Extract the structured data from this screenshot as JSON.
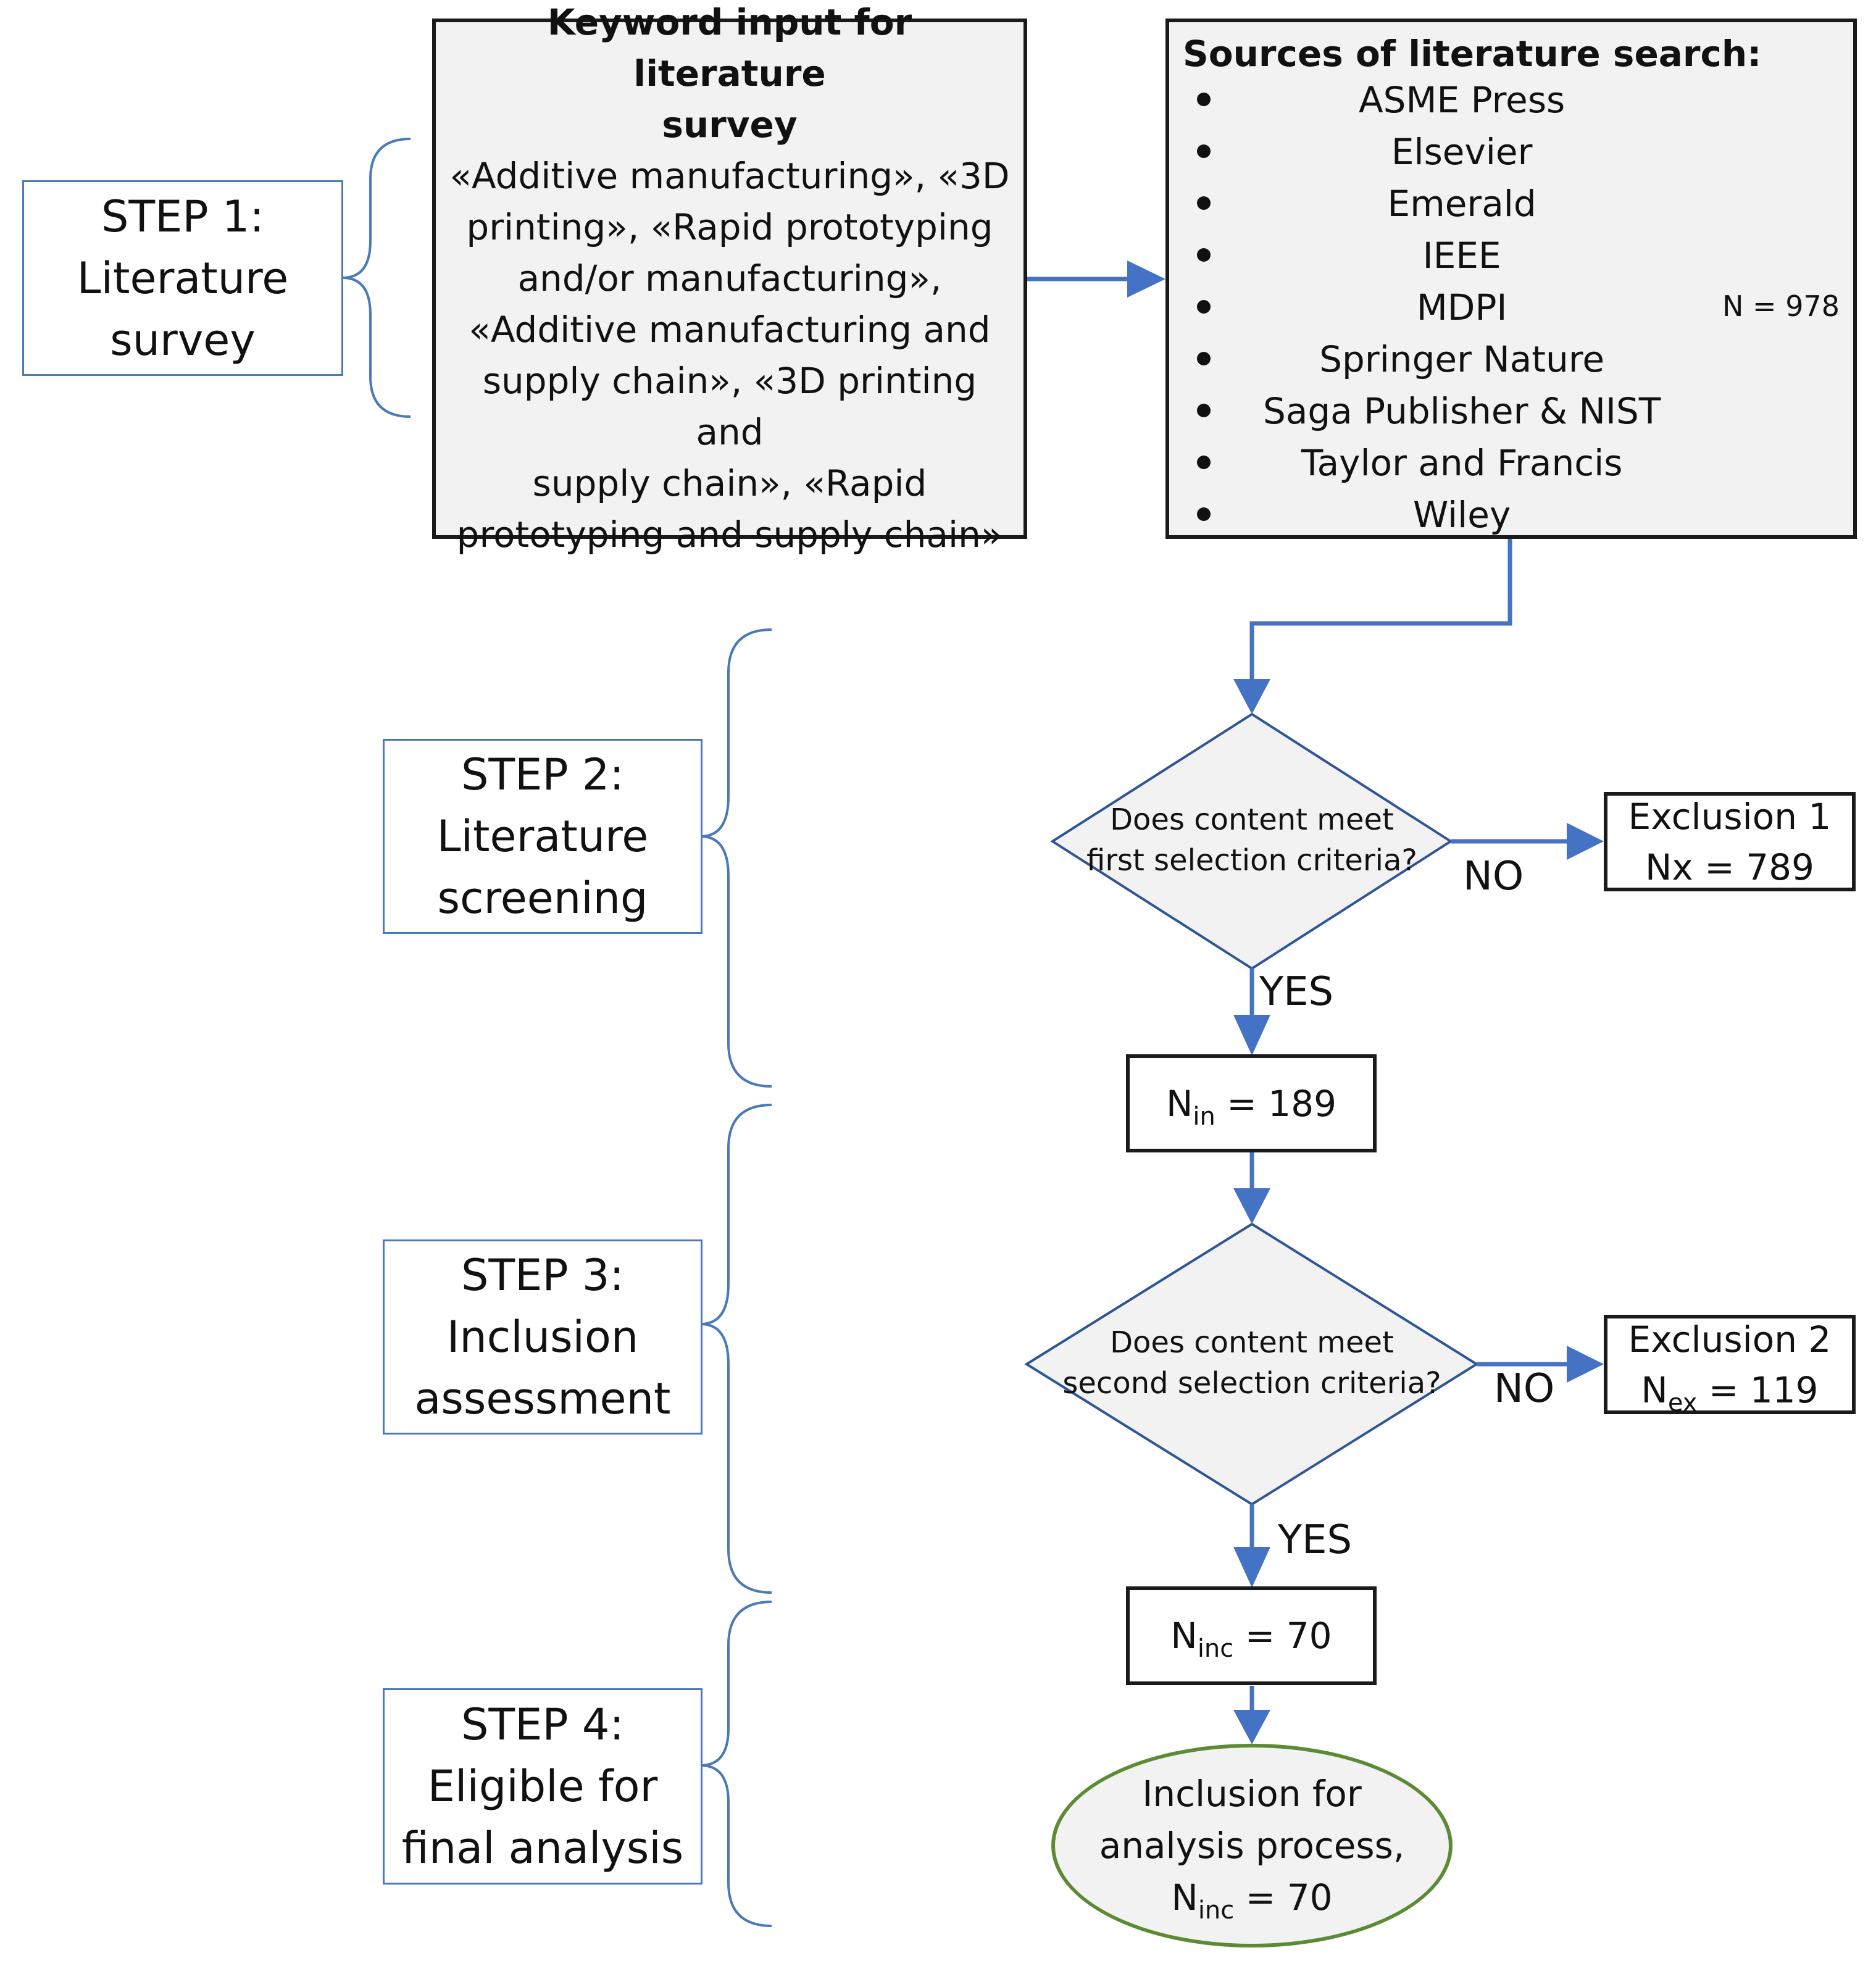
{
  "steps": {
    "step1": [
      "STEP 1:",
      "Literature",
      "survey"
    ],
    "step2": [
      "STEP 2:",
      "Literature",
      "screening"
    ],
    "step3": [
      "STEP 3:",
      "Inclusion",
      "assessment"
    ],
    "step4": [
      "STEP 4:",
      "Eligible for",
      "final analysis"
    ]
  },
  "keyword_box": {
    "title_lines": [
      "Keyword input for literature",
      "survey"
    ],
    "body_lines": [
      "«Additive manufacturing», «3D",
      "printing», «Rapid prototyping",
      "and/or manufacturing»,",
      "«Additive manufacturing and",
      "supply chain», «3D printing and",
      "supply chain», «Rapid",
      "prototyping and supply chain»"
    ]
  },
  "sources_box": {
    "title": "Sources of literature search:",
    "items": [
      "ASME Press",
      "Elsevier",
      "Emerald",
      "IEEE",
      "MDPI",
      "Springer Nature",
      "Saga Publisher & NIST",
      "Taylor and Francis",
      "Wiley"
    ],
    "total_label": "N = 978"
  },
  "decision1": {
    "lines": [
      "Does content meet",
      "first selection criteria?"
    ],
    "no_label": "NO",
    "yes_label": "YES"
  },
  "exclusion1": {
    "line1": "Exclusion 1",
    "line2": "Nx = 789"
  },
  "n_in": {
    "symbol": "N",
    "sub": "in",
    "rest": " = 189"
  },
  "decision2": {
    "lines": [
      "Does content meet",
      "second selection criteria?"
    ],
    "no_label": "NO",
    "yes_label": "YES"
  },
  "exclusion2": {
    "line1": "Exclusion 2",
    "symbol": "N",
    "sub": "ex",
    "rest": " = 119"
  },
  "n_inc": {
    "symbol": "N",
    "sub": "inc",
    "rest": " = 70"
  },
  "final": {
    "line1": "Inclusion for",
    "line2": "analysis process,",
    "symbol": "N",
    "sub": "inc",
    "rest": " = 70"
  },
  "colors": {
    "arrow": "#4472c4",
    "brace": "#4a7ab8",
    "box_fill": "#f2f2f2",
    "oval_border": "#5d8a34",
    "box_border": "#1a1a1a"
  }
}
